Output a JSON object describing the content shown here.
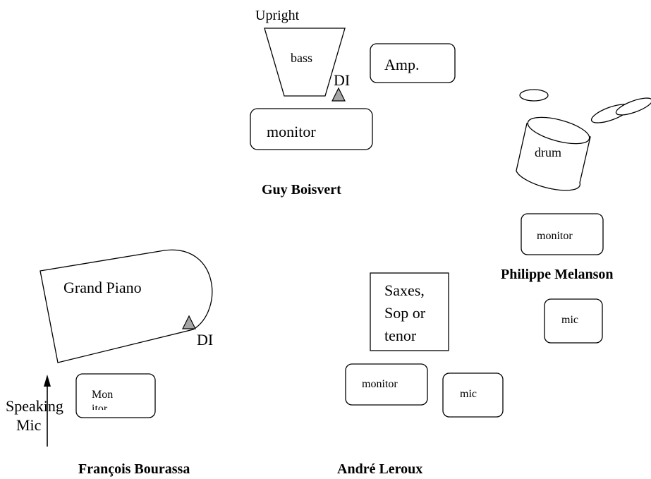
{
  "colors": {
    "stroke": "#000000",
    "di_fill": "#a6a6a6",
    "background": "#ffffff"
  },
  "musicians": {
    "guy": "Guy Boisvert",
    "philippe": "Philippe Melanson",
    "francois": "François Bourassa",
    "andre": "André Leroux"
  },
  "bass_group": {
    "upright": "Upright",
    "bass": "bass",
    "di": "DI",
    "amp": "Amp.",
    "monitor": "monitor"
  },
  "drum_group": {
    "drum": "drum",
    "monitor": "monitor",
    "mic": "mic"
  },
  "piano_group": {
    "piano": "Grand Piano",
    "di": "DI",
    "monitor_line1": "Mon",
    "monitor_line2": "itor",
    "speaking": "Speaking",
    "mic": "Mic"
  },
  "sax_group": {
    "saxes_line1": "Saxes,",
    "saxes_line2": "Sop or",
    "saxes_line3": "tenor",
    "monitor": "monitor",
    "mic": "mic"
  }
}
